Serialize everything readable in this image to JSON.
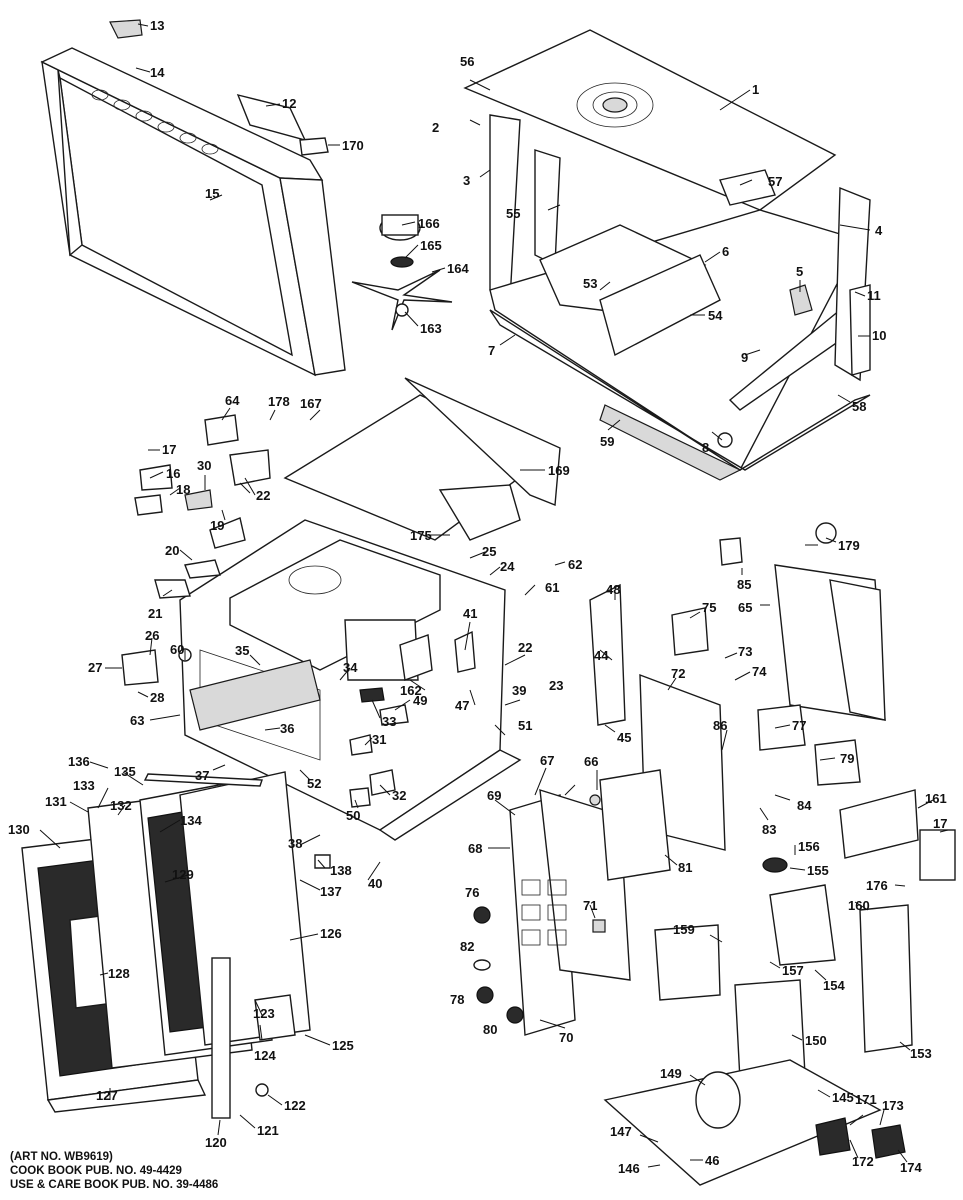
{
  "diagram": {
    "callouts": [
      "1",
      "2",
      "3",
      "4",
      "5",
      "6",
      "7",
      "8",
      "9",
      "10",
      "11",
      "12",
      "13",
      "14",
      "15",
      "16",
      "17",
      "18",
      "19",
      "20",
      "21",
      "22",
      "23",
      "24",
      "25",
      "26",
      "27",
      "28",
      "30",
      "31",
      "32",
      "33",
      "34",
      "35",
      "36",
      "37",
      "38",
      "39",
      "40",
      "41",
      "44",
      "45",
      "46",
      "47",
      "48",
      "49",
      "50",
      "51",
      "52",
      "53",
      "54",
      "55",
      "56",
      "57",
      "58",
      "59",
      "60",
      "61",
      "62",
      "63",
      "64",
      "65",
      "66",
      "67",
      "68",
      "69",
      "70",
      "71",
      "72",
      "73",
      "74",
      "75",
      "76",
      "77",
      "78",
      "79",
      "80",
      "81",
      "82",
      "83",
      "84",
      "85",
      "86",
      "120",
      "121",
      "122",
      "123",
      "124",
      "125",
      "126",
      "127",
      "128",
      "129",
      "130",
      "131",
      "132",
      "133",
      "134",
      "135",
      "136",
      "137",
      "138",
      "145",
      "146",
      "147",
      "149",
      "150",
      "153",
      "154",
      "155",
      "156",
      "157",
      "159",
      "160",
      "161",
      "162",
      "163",
      "164",
      "165",
      "166",
      "167",
      "169",
      "170",
      "171",
      "172",
      "173",
      "174",
      "175",
      "176",
      "178",
      "179"
    ]
  },
  "footer": {
    "art_no": "(ART NO. WB9619)",
    "cook_book": "COOK BOOK PUB. NO. 49-4429",
    "use_care": "USE & CARE BOOK PUB. NO. 39-4486"
  }
}
